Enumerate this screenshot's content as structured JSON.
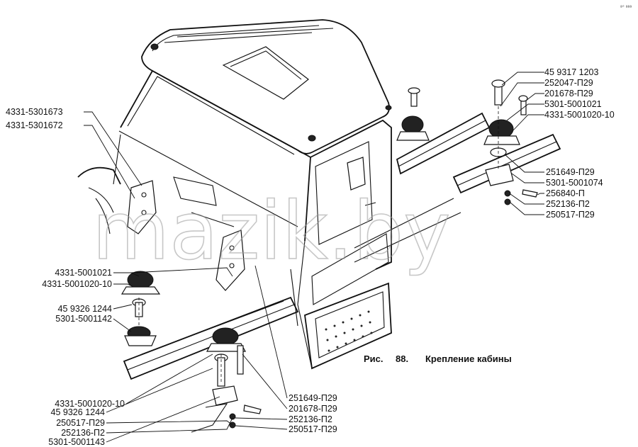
{
  "figure": {
    "caption_prefix": "Рис.",
    "caption_number": "88.",
    "caption_title": "Крепление кабины",
    "watermark": "mazik.by",
    "corner_mark": "ª° ªªª"
  },
  "labels": {
    "upper_right": [
      "45 9317 1203",
      "252047-П29",
      "201678-П29",
      "5301-5001021",
      "4331-5001020-10"
    ],
    "right_mid": [
      "251649-П29",
      "5301-5001074",
      "256840-П",
      "252136-П2",
      "250517-П29"
    ],
    "upper_left": [
      "4331-5301673",
      "4331-5301672"
    ],
    "left_mid": [
      "4331-5001021",
      "4331-5001020-10",
      "45 9326 1244",
      "5301-5001142"
    ],
    "bottom_left": [
      "4331-5001020-10",
      "45 9326 1244",
      "250517-П29",
      "252136-П2",
      "5301-5001143"
    ],
    "bottom_center": [
      "251649-П29",
      "201678-П29",
      "252136-П2",
      "250517-П29"
    ]
  }
}
